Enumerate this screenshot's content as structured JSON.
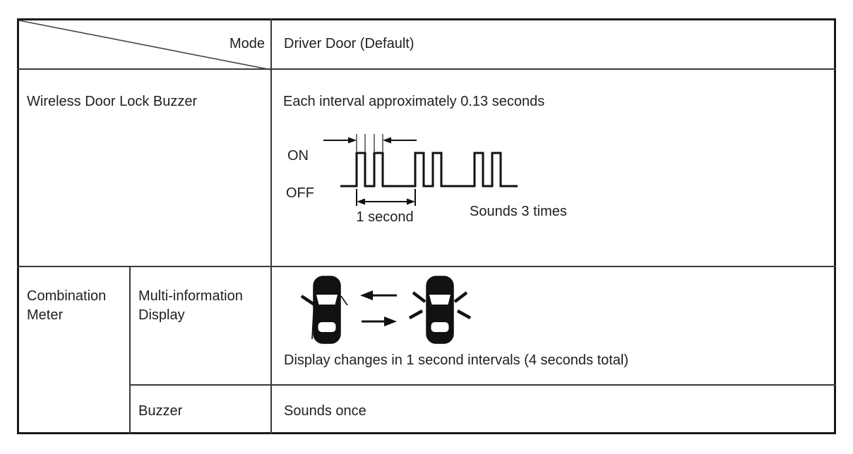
{
  "table": {
    "header": {
      "corner_label": "Mode",
      "mode_name": "Driver Door (Default)"
    },
    "wireless_buzzer": {
      "label": "Wireless Door Lock Buzzer",
      "description": "Each interval approximately 0.13 seconds",
      "waveform": {
        "on_label": "ON",
        "off_label": "OFF",
        "duration_label": "1 second",
        "result_label": "Sounds 3 times",
        "beep_groups": 3,
        "beeps_per_group": 2
      }
    },
    "combination_meter": {
      "label": "Combination Meter",
      "rows": [
        {
          "label": "Multi-information Display",
          "value": "Display changes in 1 second intervals (4 seconds total)"
        },
        {
          "label": "Buzzer",
          "value": "Sounds once"
        }
      ]
    }
  },
  "icons": {
    "left_car": "car-top-view-driver-door-indicator",
    "right_car": "car-top-view-all-doors-indicator",
    "arrows_between_cars": [
      "left-arrow",
      "right-arrow"
    ]
  },
  "colors": {
    "outer_border": "#1a1a1a",
    "grid_line": "#3a3a3a",
    "text": "#1f1f1f",
    "diagram_ink": "#111111",
    "background": "#ffffff"
  }
}
